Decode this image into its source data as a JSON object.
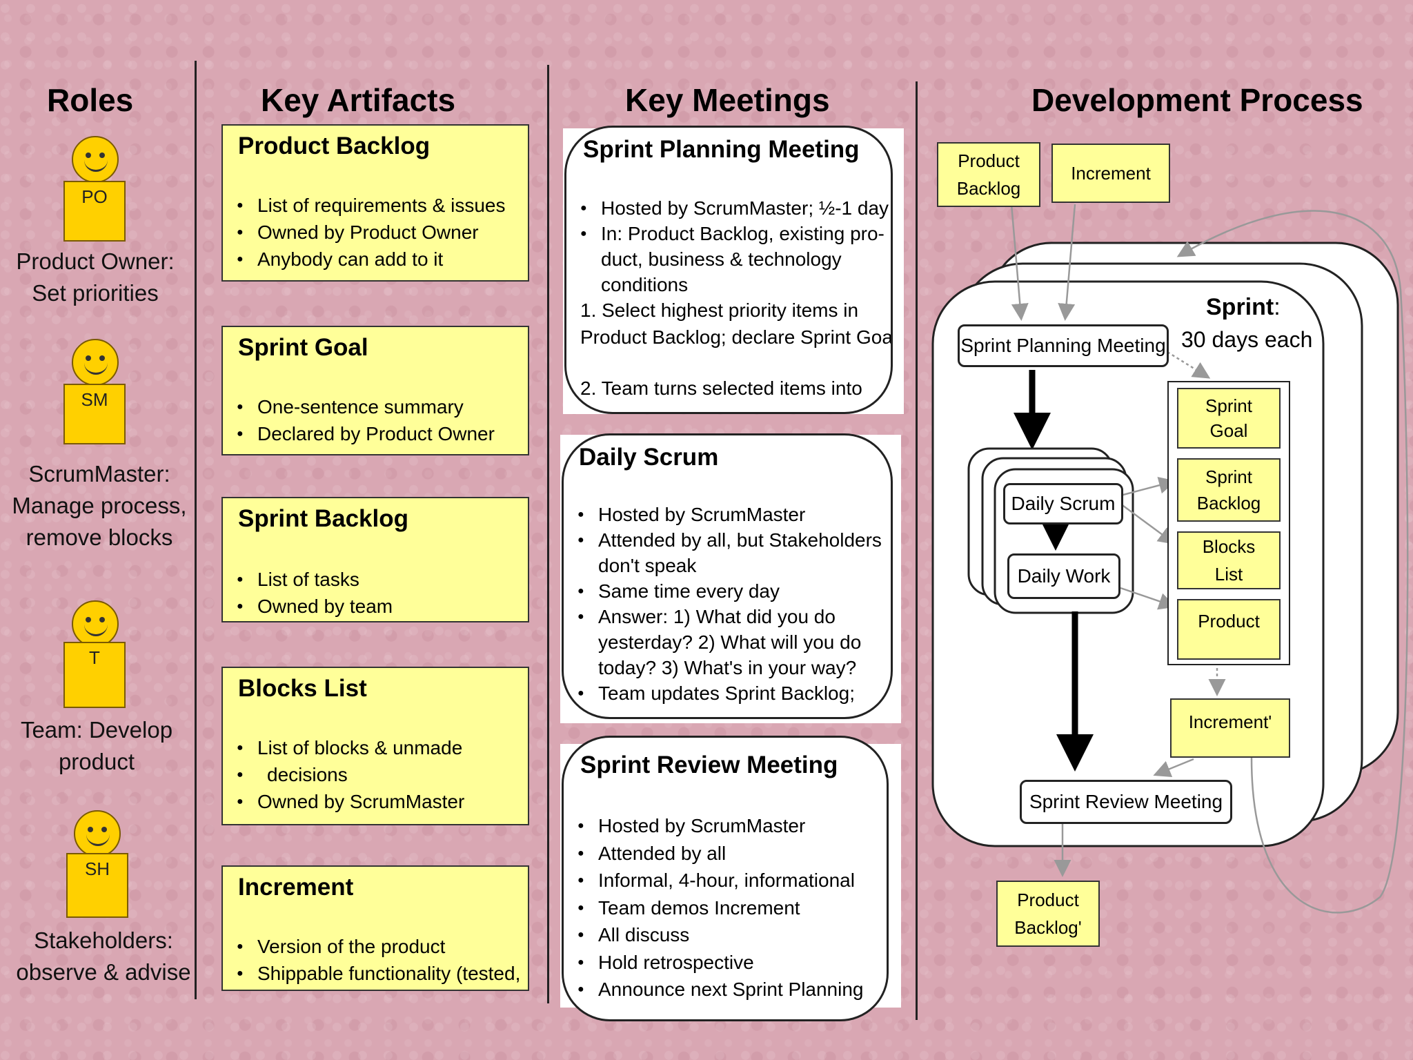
{
  "columns": {
    "roles": "Roles",
    "artifacts": "Key Artifacts",
    "meetings": "Key Meetings",
    "process": "Development Process"
  },
  "roles": [
    {
      "badge": "PO",
      "caption1": "Product Owner:",
      "caption2": "Set priorities"
    },
    {
      "badge": "SM",
      "caption1": "ScrumMaster:",
      "caption2": "Manage process,",
      "caption3": "remove blocks"
    },
    {
      "badge": "T",
      "caption1": "Team: Develop",
      "caption2": "product"
    },
    {
      "badge": "SH",
      "caption1": "Stakeholders:",
      "caption2": "observe & advise"
    }
  ],
  "artifacts": [
    {
      "title": "Product Backlog",
      "items": [
        "List of requirements & issues",
        "Owned by Product Owner",
        "Anybody can add to it"
      ]
    },
    {
      "title": "Sprint Goal",
      "items": [
        "One-sentence summary",
        "Declared by Product Owner"
      ]
    },
    {
      "title": "Sprint Backlog",
      "items": [
        "List of tasks",
        "Owned by team"
      ]
    },
    {
      "title": "Blocks List",
      "items": [
        "List of blocks & unmade",
        "decisions",
        "Owned by ScrumMaster"
      ]
    },
    {
      "title": "Increment",
      "items": [
        "Version of the product",
        "Shippable functionality (tested,"
      ]
    }
  ],
  "meetings": {
    "planning": {
      "title": "Sprint Planning Meeting",
      "lines": [
        "Hosted by ScrumMaster; ½-1 day",
        "In: Product Backlog, existing pro-",
        "duct, business & technology",
        "conditions",
        "1. Select highest priority items in",
        "Product Backlog; declare Sprint Goal",
        "",
        "2. Team turns selected items into"
      ]
    },
    "daily": {
      "title": "Daily Scrum",
      "lines": [
        "Hosted by ScrumMaster",
        "Attended by all, but Stakeholders",
        "don't speak",
        "Same time every day",
        "Answer: 1) What did you do",
        "yesterday? 2) What will you do",
        "today? 3) What's in your way?",
        "Team updates Sprint Backlog;"
      ]
    },
    "review": {
      "title": "Sprint Review Meeting",
      "lines": [
        "Hosted by ScrumMaster",
        "Attended by all",
        "Informal, 4-hour, informational",
        "Team demos Increment",
        "All discuss",
        "Hold retrospective",
        "Announce next Sprint Planning"
      ]
    }
  },
  "process": {
    "product_backlog_in": "Product Backlog",
    "increment_in": "Increment",
    "sprint_label": "Sprint",
    "sprint_colon": ":",
    "sprint_duration": "30 days each",
    "planning_meeting": "Sprint Planning Meeting",
    "daily_scrum": "Daily Scrum",
    "daily_work": "Daily Work",
    "sprint_goal": "Sprint Goal",
    "sprint_backlog": "Sprint Backlog",
    "blocks_list": "Blocks List",
    "product": "Product",
    "increment_out": "Increment'",
    "review_meeting": "Sprint Review Meeting",
    "product_backlog_out": "Product Backlog'"
  },
  "colors": {
    "background": "#d9a7b3",
    "note_yellow": "#ffff99",
    "smiley": "#ffd000"
  }
}
